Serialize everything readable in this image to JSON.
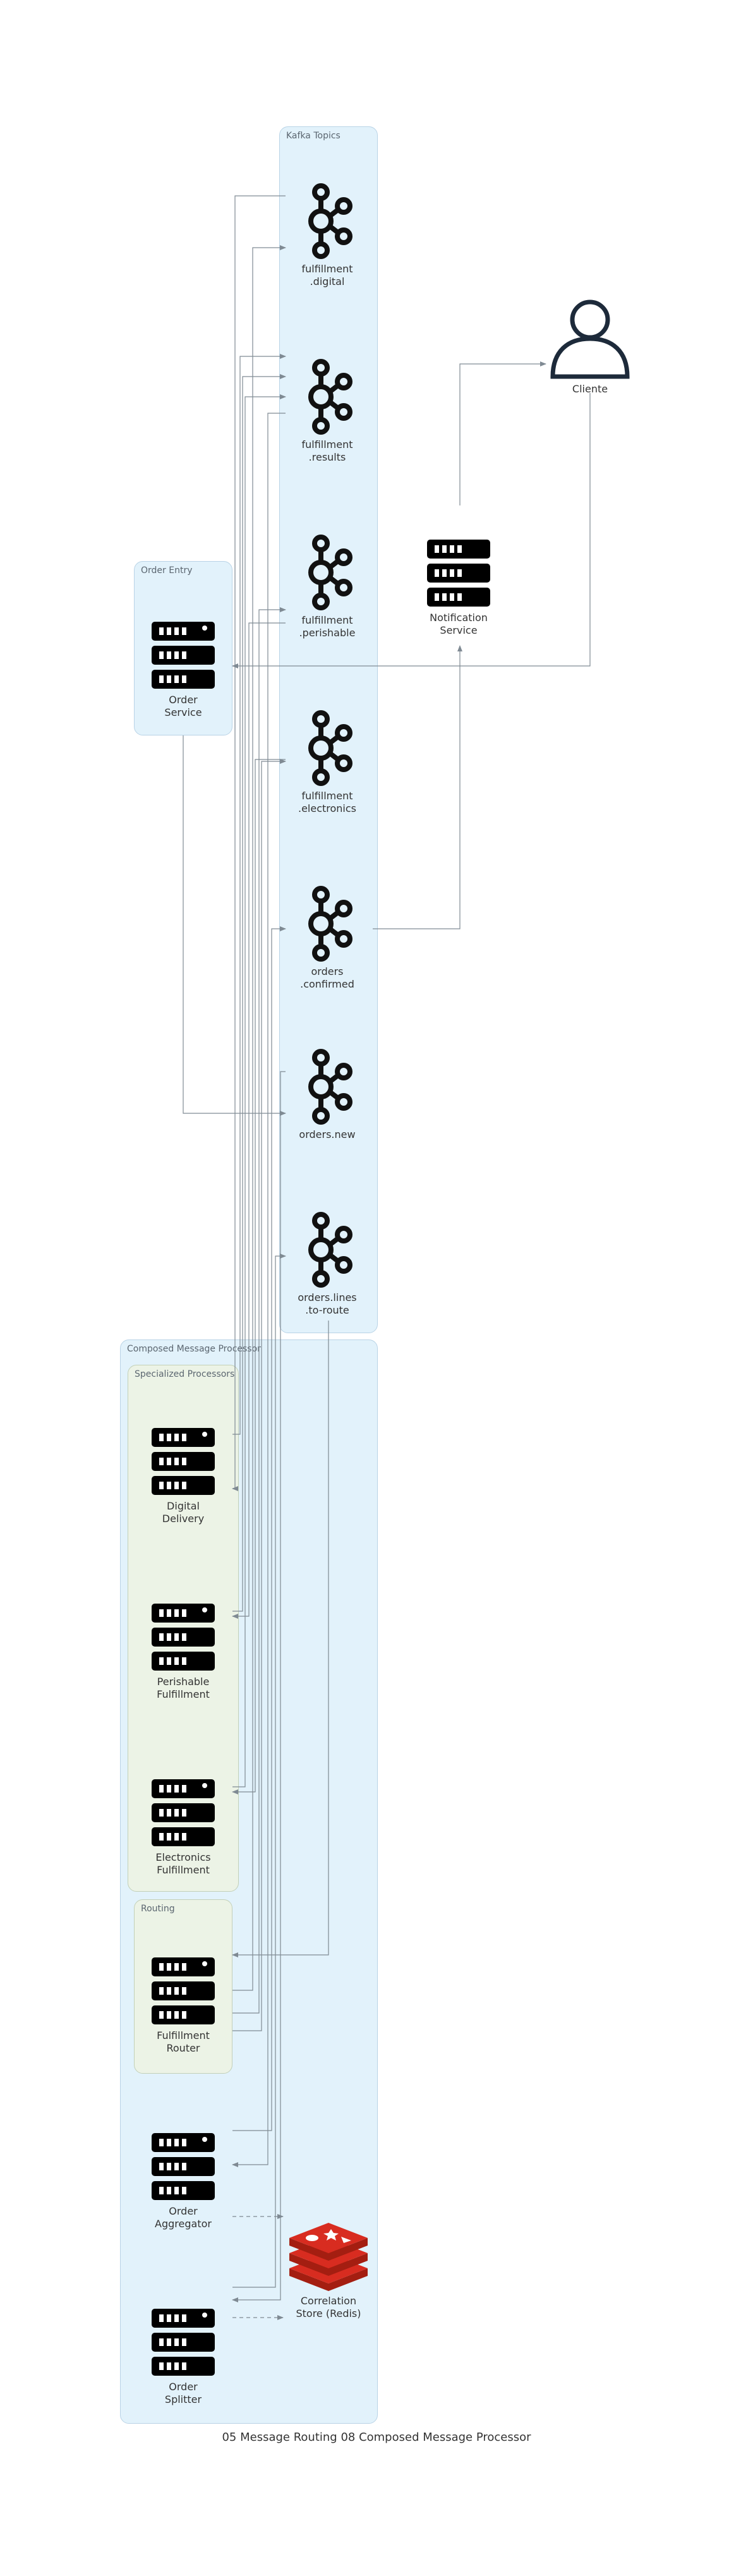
{
  "title": "05 Message Routing 08 Composed Message Processor",
  "clusters": {
    "kafka": "Kafka Topics",
    "order_entry": "Order Entry",
    "composed": "Composed Message Processor",
    "specialized": "Specialized Processors",
    "routing": "Routing"
  },
  "nodes": {
    "fulfillment_digital": "fulfillment\n.digital",
    "fulfillment_results": "fulfillment\n.results",
    "fulfillment_perishable": "fulfillment\n.perishable",
    "fulfillment_electronics": "fulfillment\n.electronics",
    "orders_confirmed": "orders\n.confirmed",
    "orders_new": "orders.new",
    "orders_lines": "orders.lines\n.to-route",
    "cliente": "Cliente",
    "notification": "Notification\nService",
    "order_service": "Order\nService",
    "digital_delivery": "Digital\nDelivery",
    "perishable_fulfillment": "Perishable\nFulfillment",
    "electronics_fulfillment": "Electronics\nFulfillment",
    "fulfillment_router": "Fulfillment\nRouter",
    "order_aggregator": "Order\nAggregator",
    "correlation_store": "Correlation\nStore (Redis)",
    "order_splitter": "Order\nSplitter"
  },
  "icons": {
    "kafka": "kafka-topic-icon",
    "server": "server-icon",
    "user": "user-icon",
    "redis": "redis-icon"
  },
  "colors": {
    "edge": "#7f8a93",
    "redis": "#d82c20",
    "cluster_blue": "#e2f2fb",
    "cluster_green": "#ecf3e6"
  }
}
